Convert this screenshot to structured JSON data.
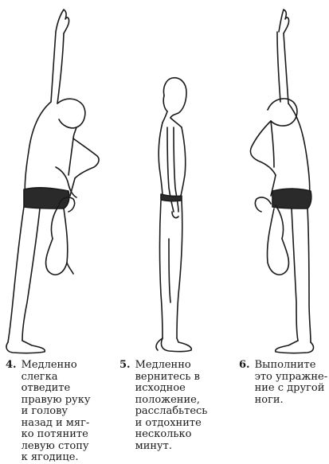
{
  "captions": [
    {
      "number": "4.",
      "lines": [
        "Медленно",
        "слегка",
        "отведите",
        "правую руку",
        "и голову",
        "назад и мяг-",
        "ко  потяните",
        "левую стопу",
        "к ягодице."
      ]
    },
    {
      "number": "5.",
      "lines": [
        "Медленно",
        "вернитесь в",
        "исходное",
        "положение,",
        "расслабьтесь",
        "и отдохните",
        "несколько",
        "минут."
      ]
    },
    {
      "number": "6.",
      "lines": [
        "Выполните",
        "это упражне-",
        "ние с другой",
        "ноги."
      ]
    }
  ]
}
